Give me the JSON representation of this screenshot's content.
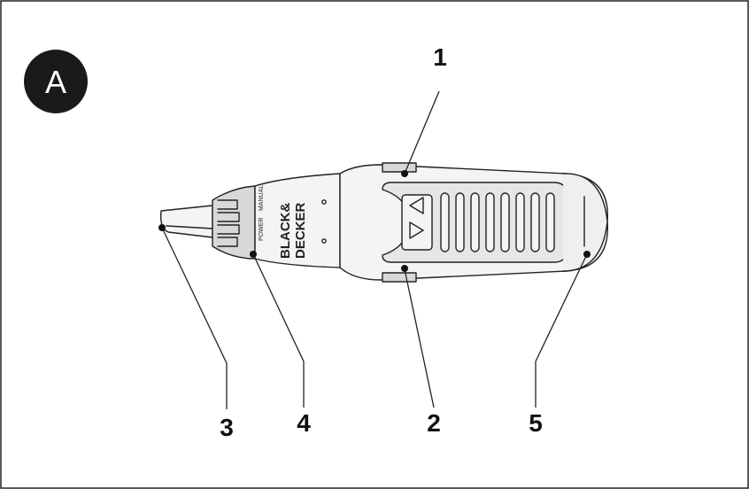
{
  "figure_badge": "A",
  "device": {
    "brand_line1": "BLACK&",
    "brand_line2": "DECKER",
    "mode_power": "POWER",
    "mode_manual": "MANUAL"
  },
  "callouts": [
    {
      "id": "1",
      "label": "1"
    },
    {
      "id": "2",
      "label": "2"
    },
    {
      "id": "3",
      "label": "3"
    },
    {
      "id": "4",
      "label": "4"
    },
    {
      "id": "5",
      "label": "5"
    }
  ],
  "colors": {
    "line": "#222222",
    "body_fill": "#f4f4f4",
    "grip_fill": "#e6e6e6",
    "collar_fill": "#d8d8d8",
    "badge_fill": "#1a1a1a"
  }
}
